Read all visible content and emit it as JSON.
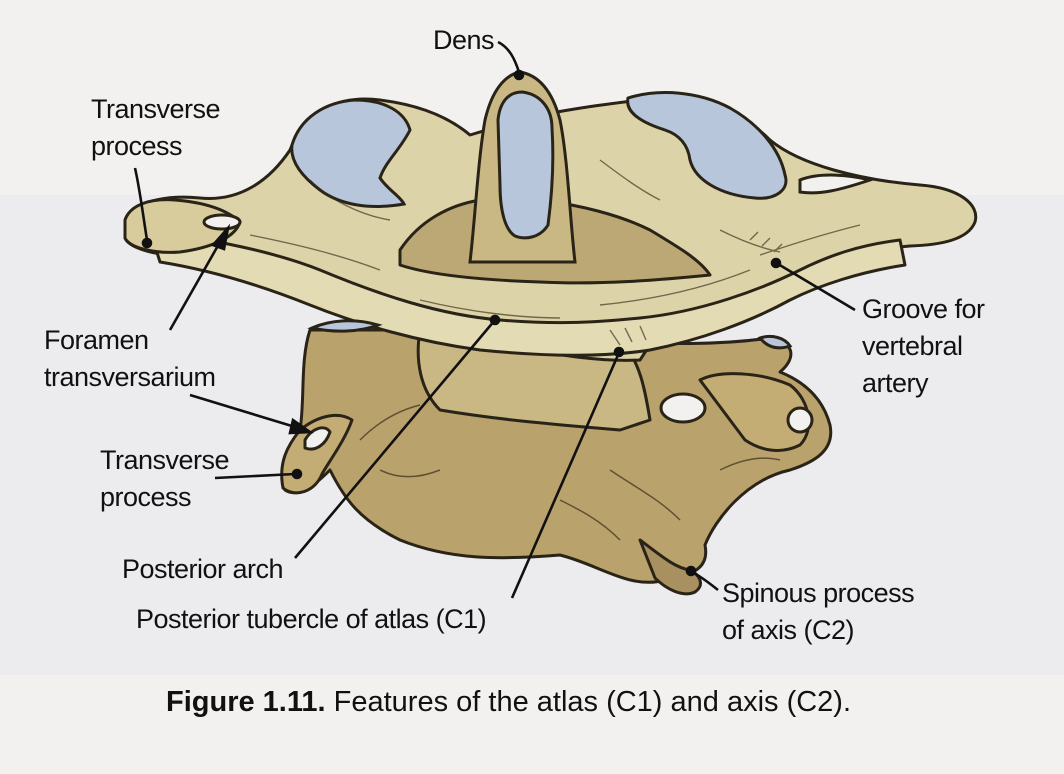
{
  "labels": {
    "dens": "Dens",
    "transverse_process_top": [
      "Transverse",
      "process"
    ],
    "foramen_transversarium": [
      "Foramen",
      "transversarium"
    ],
    "transverse_process_bottom": [
      "Transverse",
      "process"
    ],
    "posterior_arch": "Posterior arch",
    "posterior_tubercle": "Posterior tubercle of atlas (C1)",
    "groove_vertebral_artery": [
      "Groove for",
      "vertebral",
      "artery"
    ],
    "spinous_process_axis": [
      "Spinous process",
      "of axis (C2)"
    ]
  },
  "caption": {
    "number": "Figure 1.11.",
    "text": "Features of the atlas (C1) and axis (C2)."
  },
  "colors": {
    "background": "#f3f1ef",
    "bone_light": "#ddd3a8",
    "bone_mid": "#c9b883",
    "bone_dark": "#a89060",
    "bone_axis": "#b9a26c",
    "cartilage": "#b7c6da",
    "outline": "#2a2418",
    "leader": "#111111"
  }
}
